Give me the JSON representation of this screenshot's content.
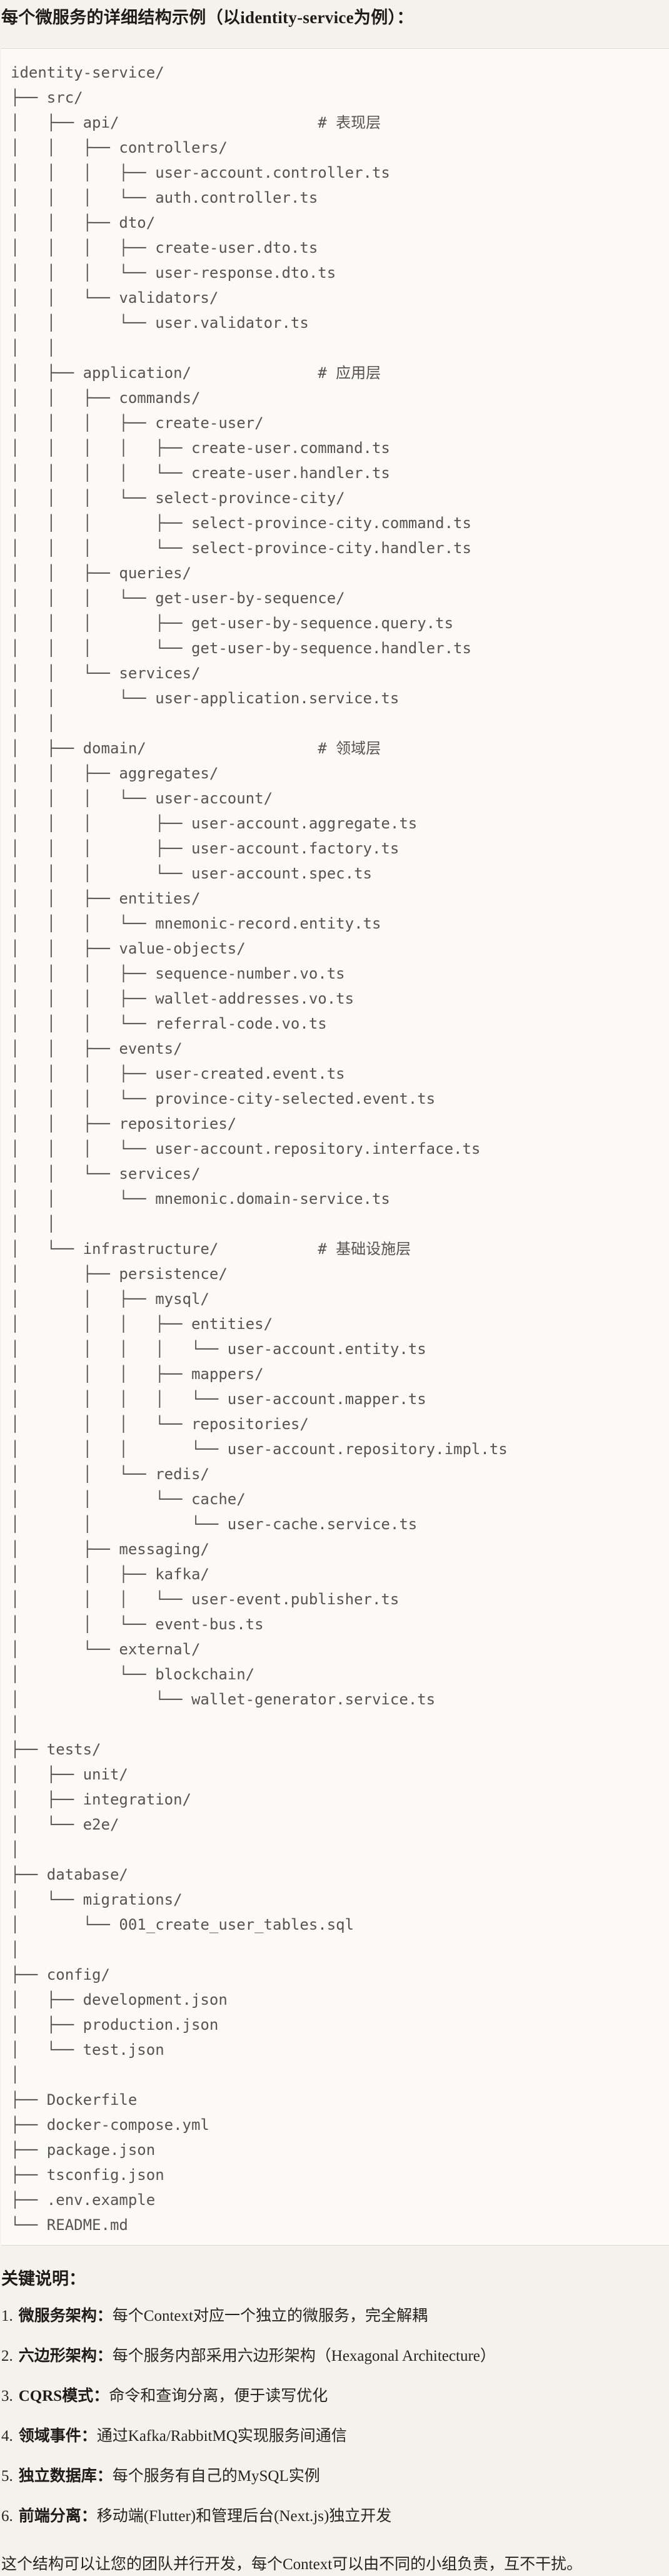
{
  "title": "每个微服务的详细结构示例（以identity-service为例）：",
  "tree": {
    "lines": [
      "identity-service/",
      "├── src/",
      "│   ├── api/                      # 表现层",
      "│   │   ├── controllers/",
      "│   │   │   ├── user-account.controller.ts",
      "│   │   │   └── auth.controller.ts",
      "│   │   ├── dto/",
      "│   │   │   ├── create-user.dto.ts",
      "│   │   │   └── user-response.dto.ts",
      "│   │   └── validators/",
      "│   │       └── user.validator.ts",
      "│   │",
      "│   ├── application/              # 应用层",
      "│   │   ├── commands/",
      "│   │   │   ├── create-user/",
      "│   │   │   │   ├── create-user.command.ts",
      "│   │   │   │   └── create-user.handler.ts",
      "│   │   │   └── select-province-city/",
      "│   │   │       ├── select-province-city.command.ts",
      "│   │   │       └── select-province-city.handler.ts",
      "│   │   ├── queries/",
      "│   │   │   └── get-user-by-sequence/",
      "│   │   │       ├── get-user-by-sequence.query.ts",
      "│   │   │       └── get-user-by-sequence.handler.ts",
      "│   │   └── services/",
      "│   │       └── user-application.service.ts",
      "│   │",
      "│   ├── domain/                   # 领域层",
      "│   │   ├── aggregates/",
      "│   │   │   └── user-account/",
      "│   │   │       ├── user-account.aggregate.ts",
      "│   │   │       ├── user-account.factory.ts",
      "│   │   │       └── user-account.spec.ts",
      "│   │   ├── entities/",
      "│   │   │   └── mnemonic-record.entity.ts",
      "│   │   ├── value-objects/",
      "│   │   │   ├── sequence-number.vo.ts",
      "│   │   │   ├── wallet-addresses.vo.ts",
      "│   │   │   └── referral-code.vo.ts",
      "│   │   ├── events/",
      "│   │   │   ├── user-created.event.ts",
      "│   │   │   └── province-city-selected.event.ts",
      "│   │   ├── repositories/",
      "│   │   │   └── user-account.repository.interface.ts",
      "│   │   └── services/",
      "│   │       └── mnemonic.domain-service.ts",
      "│   │",
      "│   └── infrastructure/           # 基础设施层",
      "│       ├── persistence/",
      "│       │   ├── mysql/",
      "│       │   │   ├── entities/",
      "│       │   │   │   └── user-account.entity.ts",
      "│       │   │   ├── mappers/",
      "│       │   │   │   └── user-account.mapper.ts",
      "│       │   │   └── repositories/",
      "│       │   │       └── user-account.repository.impl.ts",
      "│       │   └── redis/",
      "│       │       └── cache/",
      "│       │           └── user-cache.service.ts",
      "│       ├── messaging/",
      "│       │   ├── kafka/",
      "│       │   │   └── user-event.publisher.ts",
      "│       │   └── event-bus.ts",
      "│       └── external/",
      "│           └── blockchain/",
      "│               └── wallet-generator.service.ts",
      "│",
      "├── tests/",
      "│   ├── unit/",
      "│   ├── integration/",
      "│   └── e2e/",
      "│",
      "├── database/",
      "│   └── migrations/",
      "│       └── 001_create_user_tables.sql",
      "│",
      "├── config/",
      "│   ├── development.json",
      "│   ├── production.json",
      "│   └── test.json",
      "│",
      "├── Dockerfile",
      "├── docker-compose.yml",
      "├── package.json",
      "├── tsconfig.json",
      "├── .env.example",
      "└── README.md"
    ]
  },
  "key_notes": {
    "heading": "关键说明：",
    "items": [
      {
        "num": "1.",
        "term": "微服务架构",
        "sep": "：",
        "desc": "每个Context对应一个独立的微服务，完全解耦"
      },
      {
        "num": "2.",
        "term": "六边形架构",
        "sep": "：",
        "desc": "每个服务内部采用六边形架构（Hexagonal Architecture）"
      },
      {
        "num": "3.",
        "term": "CQRS模式",
        "sep": "：",
        "desc": "命令和查询分离，便于读写优化"
      },
      {
        "num": "4.",
        "term": "领域事件",
        "sep": "：",
        "desc": "通过Kafka/RabbitMQ实现服务间通信"
      },
      {
        "num": "5.",
        "term": "独立数据库",
        "sep": "：",
        "desc": "每个服务有自己的MySQL实例"
      },
      {
        "num": "6.",
        "term": "前端分离",
        "sep": "：",
        "desc": "移动端(Flutter)和管理后台(Next.js)独立开发"
      }
    ]
  },
  "closing": "这个结构可以让您的团队并行开发，每个Context可以由不同的小组负责，互不干扰。"
}
